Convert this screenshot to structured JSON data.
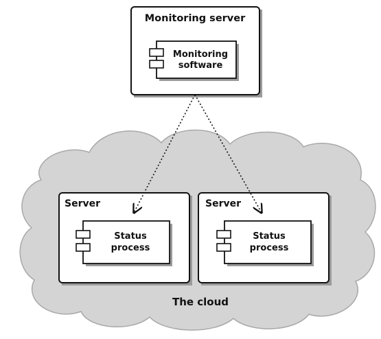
{
  "monitoring_server": {
    "title": "Monitoring server",
    "component_line1": "Monitoring",
    "component_line2": "software"
  },
  "cloud": {
    "label": "The cloud",
    "fill": "#d4d4d4"
  },
  "servers": [
    {
      "title": "Server",
      "component_line1": "Status",
      "component_line2": "process"
    },
    {
      "title": "Server",
      "component_line1": "Status",
      "component_line2": "process"
    }
  ],
  "colors": {
    "stroke": "#111111",
    "box_fill": "#ffffff",
    "shadow": "#9a9a9a"
  }
}
